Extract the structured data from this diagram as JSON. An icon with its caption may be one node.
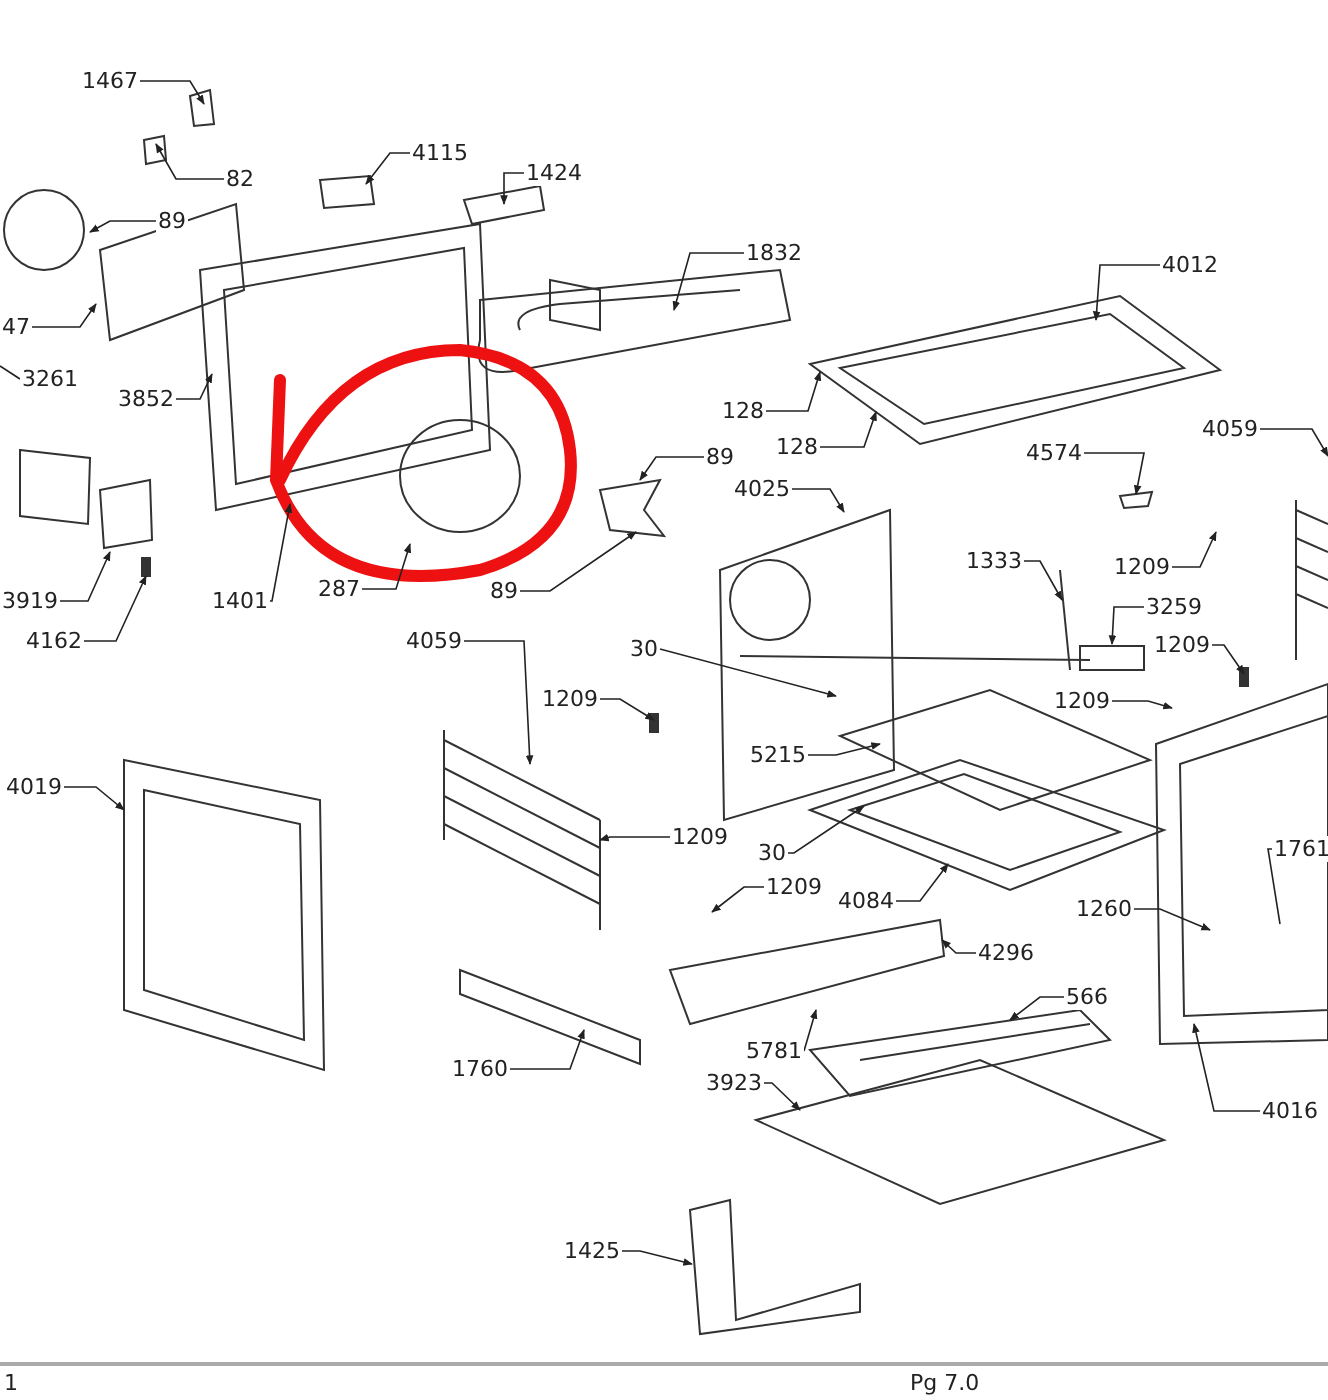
{
  "diagram": {
    "nodes": [
      {
        "text": [
          "1467"
        ]
      },
      {
        "text": [
          "82"
        ]
      },
      {
        "text": [
          "4115"
        ]
      },
      {
        "text": [
          "1424"
        ]
      },
      {
        "text": [
          "89"
        ]
      },
      {
        "text": [
          "47"
        ]
      },
      {
        "text": [
          "1832"
        ]
      },
      {
        "text": [
          "4012"
        ]
      },
      {
        "text": [
          "3261"
        ]
      },
      {
        "text": [
          "3852"
        ]
      },
      {
        "text": [
          "128"
        ]
      },
      {
        "text": [
          "128"
        ]
      },
      {
        "text": [
          "4059"
        ]
      },
      {
        "text": [
          "89"
        ]
      },
      {
        "text": [
          "4025"
        ]
      },
      {
        "text": [
          "4574"
        ]
      },
      {
        "text": [
          "1333"
        ]
      },
      {
        "text": [
          "1209"
        ]
      },
      {
        "text": [
          "3259"
        ]
      },
      {
        "text": [
          "3919"
        ]
      },
      {
        "text": [
          "1401"
        ]
      },
      {
        "text": [
          "287"
        ]
      },
      {
        "text": [
          "89"
        ]
      },
      {
        "text": [
          "4162"
        ]
      },
      {
        "text": [
          "1209"
        ]
      },
      {
        "text": [
          "4059"
        ]
      },
      {
        "text": [
          "30"
        ]
      },
      {
        "text": [
          "1209"
        ]
      },
      {
        "text": [
          "1209"
        ]
      },
      {
        "text": [
          "5215"
        ]
      },
      {
        "text": [
          "4019"
        ]
      },
      {
        "text": [
          "1209"
        ]
      },
      {
        "text": [
          "30"
        ]
      },
      {
        "text": [
          "1209"
        ]
      },
      {
        "text": [
          "4084"
        ]
      },
      {
        "text": [
          "1761"
        ]
      },
      {
        "text": [
          "1260"
        ]
      },
      {
        "text": [
          "4296"
        ]
      },
      {
        "text": [
          "566"
        ]
      },
      {
        "text": [
          "5781"
        ]
      },
      {
        "text": [
          "3923"
        ]
      },
      {
        "text": [
          "1760"
        ]
      },
      {
        "text": [
          "4016"
        ]
      },
      {
        "text": [
          "1425"
        ]
      }
    ],
    "edges": [
      {
        "from": 0,
        "to": null,
        "arrow": "to"
      },
      {
        "from": 1,
        "to": null,
        "arrow": "to"
      },
      {
        "from": 2,
        "to": null,
        "arrow": "to"
      },
      {
        "from": 3,
        "to": null,
        "arrow": "to"
      },
      {
        "from": 4,
        "to": null,
        "arrow": "to"
      },
      {
        "from": 5,
        "to": null,
        "arrow": "to"
      },
      {
        "from": 6,
        "to": null,
        "arrow": "to"
      },
      {
        "from": 7,
        "to": null,
        "arrow": "to"
      },
      {
        "from": 8,
        "to": null,
        "arrow": "none"
      },
      {
        "from": 9,
        "to": null,
        "arrow": "to"
      },
      {
        "from": 10,
        "to": null,
        "arrow": "to"
      },
      {
        "from": 11,
        "to": null,
        "arrow": "to"
      },
      {
        "from": 12,
        "to": null,
        "arrow": "to"
      },
      {
        "from": 13,
        "to": null,
        "arrow": "to"
      },
      {
        "from": 14,
        "to": null,
        "arrow": "to"
      },
      {
        "from": 15,
        "to": null,
        "arrow": "to"
      },
      {
        "from": 16,
        "to": null,
        "arrow": "to"
      },
      {
        "from": 17,
        "to": null,
        "arrow": "to"
      },
      {
        "from": 18,
        "to": null,
        "arrow": "to"
      },
      {
        "from": 19,
        "to": null,
        "arrow": "to"
      },
      {
        "from": 20,
        "to": null,
        "arrow": "to"
      },
      {
        "from": 21,
        "to": null,
        "arrow": "to"
      },
      {
        "from": 22,
        "to": null,
        "arrow": "to"
      },
      {
        "from": 23,
        "to": null,
        "arrow": "to"
      },
      {
        "from": 24,
        "to": null,
        "arrow": "to"
      },
      {
        "from": 25,
        "to": null,
        "arrow": "to"
      },
      {
        "from": 26,
        "to": null,
        "arrow": "to"
      },
      {
        "from": 27,
        "to": null,
        "arrow": "to"
      },
      {
        "from": 28,
        "to": null,
        "arrow": "to"
      },
      {
        "from": 29,
        "to": null,
        "arrow": "to"
      },
      {
        "from": 30,
        "to": null,
        "arrow": "to"
      },
      {
        "from": 31,
        "to": null,
        "arrow": "to"
      },
      {
        "from": 32,
        "to": null,
        "arrow": "to"
      },
      {
        "from": 33,
        "to": null,
        "arrow": "to"
      },
      {
        "from": 34,
        "to": null,
        "arrow": "to"
      },
      {
        "from": 35,
        "to": null,
        "arrow": "none"
      },
      {
        "from": 36,
        "to": null,
        "arrow": "to"
      },
      {
        "from": 37,
        "to": null,
        "arrow": "to"
      },
      {
        "from": 38,
        "to": null,
        "arrow": "to"
      },
      {
        "from": 39,
        "to": null,
        "arrow": "to"
      },
      {
        "from": 40,
        "to": null,
        "arrow": "to"
      },
      {
        "from": 41,
        "to": null,
        "arrow": "to"
      },
      {
        "from": 42,
        "to": null,
        "arrow": "to"
      },
      {
        "from": 43,
        "to": null,
        "arrow": "to"
      }
    ],
    "labels": [
      "1",
      "Pg 7.0"
    ]
  }
}
